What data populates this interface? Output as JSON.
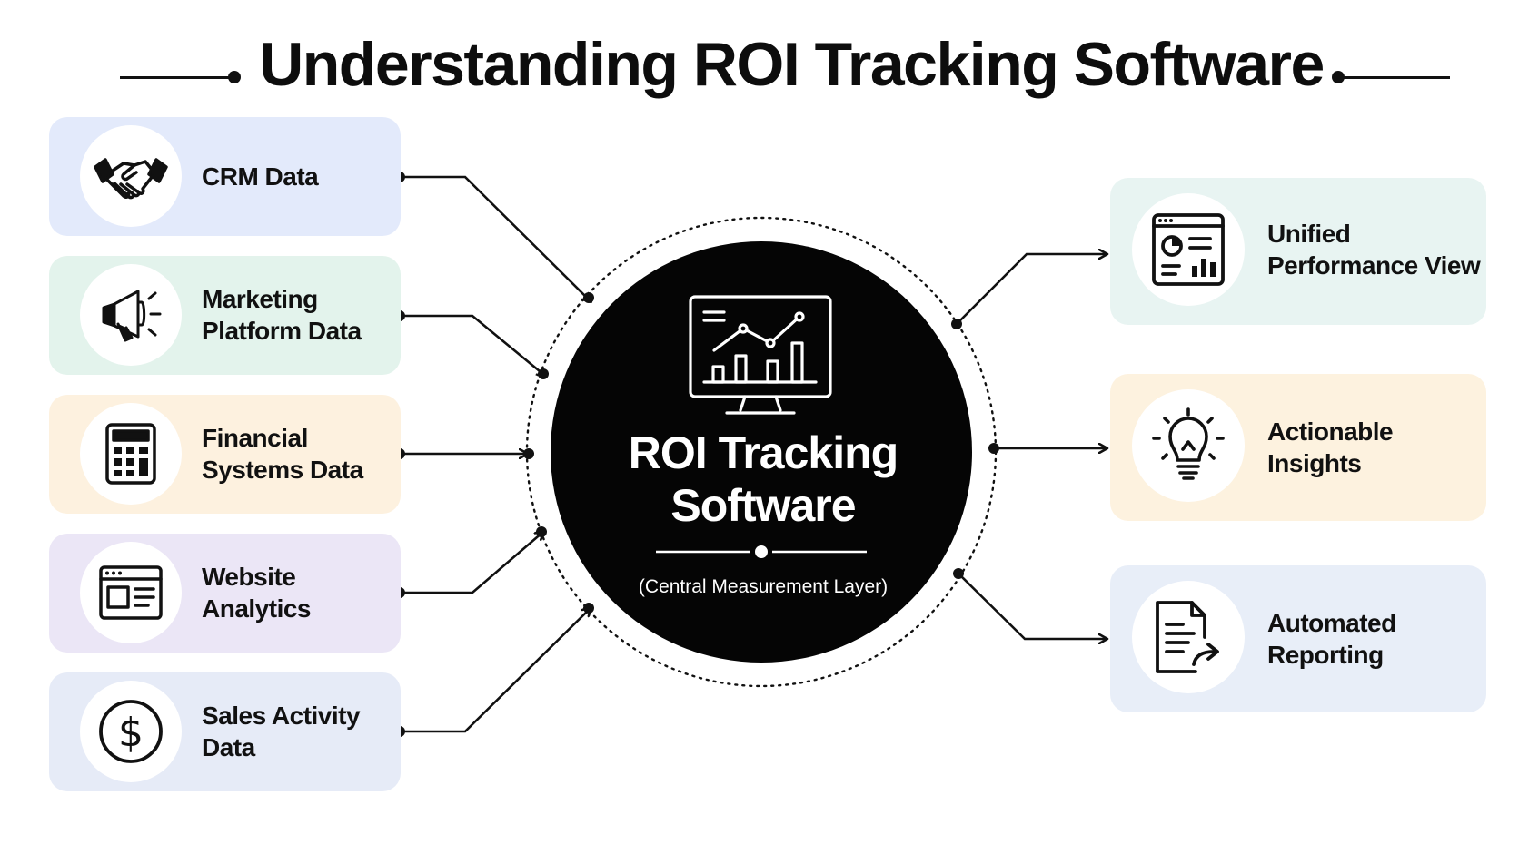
{
  "title": "Understanding ROI Tracking Software",
  "hub": {
    "title_line1": "ROI Tracking",
    "title_line2": "Software",
    "subtitle": "(Central Measurement Layer)",
    "icon": "monitor-chart-icon"
  },
  "inputs": [
    {
      "line1": "CRM Data",
      "line2": "",
      "icon": "handshake-icon",
      "color": "#e3eafb"
    },
    {
      "line1": "Marketing",
      "line2": "Platform Data",
      "icon": "megaphone-icon",
      "color": "#e3f3ec"
    },
    {
      "line1": "Financial",
      "line2": "Systems Data",
      "icon": "calculator-icon",
      "color": "#fdf1df"
    },
    {
      "line1": "Website",
      "line2": "Analytics",
      "icon": "browser-window-icon",
      "color": "#ebe6f6"
    },
    {
      "line1": "Sales Activity",
      "line2": "Data",
      "icon": "dollar-icon",
      "color": "#e6ebf7"
    }
  ],
  "outputs": [
    {
      "line1": "Unified",
      "line2": "Performance View",
      "icon": "dashboard-icon",
      "color": "#e8f4f2"
    },
    {
      "line1": "Actionable",
      "line2": "Insights",
      "icon": "lightbulb-icon",
      "color": "#fdf2df"
    },
    {
      "line1": "Automated",
      "line2": "Reporting",
      "icon": "report-icon",
      "color": "#e8eef8"
    }
  ]
}
